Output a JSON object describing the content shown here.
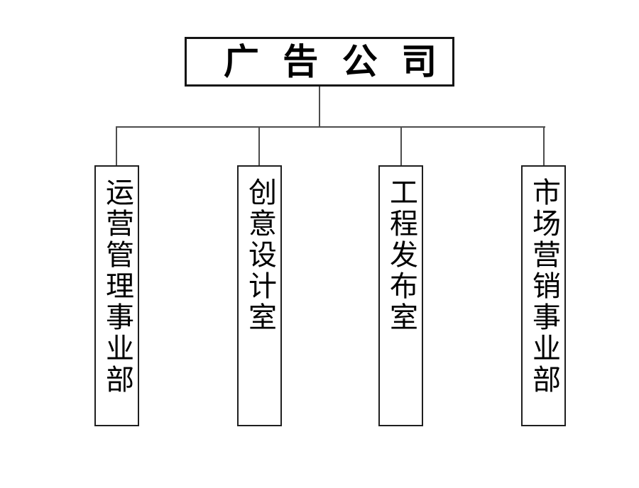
{
  "org_chart": {
    "title_box": {
      "label": "广 告 公 司"
    },
    "departments": [
      {
        "label": "运营管理事业部"
      },
      {
        "label": "创意设计室"
      },
      {
        "label": "工程发布室"
      },
      {
        "label": "市场营销事业部"
      }
    ]
  },
  "colors": {
    "background": "#ffffff",
    "root_box_border": "#141414",
    "department_box_border": "#1f1f1f",
    "connector_line": "#4d4d4d",
    "text": "#000000"
  }
}
